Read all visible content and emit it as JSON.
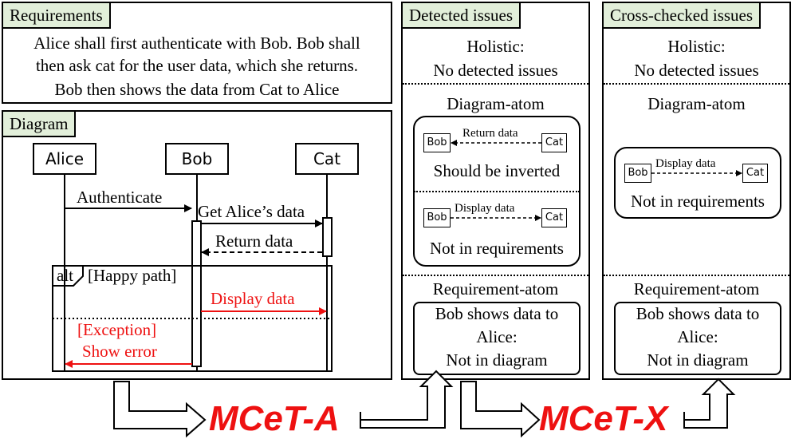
{
  "requirements": {
    "tag": "Requirements",
    "lines": [
      "Alice shall first authenticate with Bob. Bob shall",
      "then ask cat for the user data, which she returns.",
      "Bob then shows the data from Cat to Alice"
    ]
  },
  "diagram": {
    "tag": "Diagram",
    "lifelines": [
      "Alice",
      "Bob",
      "Cat"
    ],
    "messages": {
      "authenticate": "Authenticate",
      "get_data": "Get Alice’s data",
      "return_data": "Return data",
      "display_data": "Display data",
      "exception": "[Exception]",
      "show_error": "Show error"
    },
    "alt_label": "alt",
    "alt_guard": "[Happy path]",
    "error_color": "#ee1111"
  },
  "detected": {
    "tag": "Detected issues",
    "holistic_title": "Holistic:",
    "holistic_text": "No detected issues",
    "diagram_atom_title": "Diagram-atom",
    "atom1": {
      "from": "Bob",
      "to": "Cat",
      "label": "Return data",
      "issue": "Should be inverted"
    },
    "atom2": {
      "from": "Bob",
      "to": "Cat",
      "label": "Display data",
      "issue": "Not in requirements"
    },
    "req_atom_title": "Requirement-atom",
    "req_atom_lines": [
      "Bob shows data to",
      "Alice:",
      "Not in diagram"
    ]
  },
  "crosschecked": {
    "tag": "Cross-checked issues",
    "holistic_title": "Holistic:",
    "holistic_text": "No detected issues",
    "diagram_atom_title": "Diagram-atom",
    "atom1": {
      "from": "Bob",
      "to": "Cat",
      "label": "Display data",
      "issue": "Not in requirements"
    },
    "req_atom_title": "Requirement-atom",
    "req_atom_lines": [
      "Bob shows data to",
      "Alice:",
      "Not in diagram"
    ]
  },
  "flow": {
    "step1": "MCeT-A",
    "step2": "MCeT-X",
    "accent_color": "#ee1111"
  }
}
